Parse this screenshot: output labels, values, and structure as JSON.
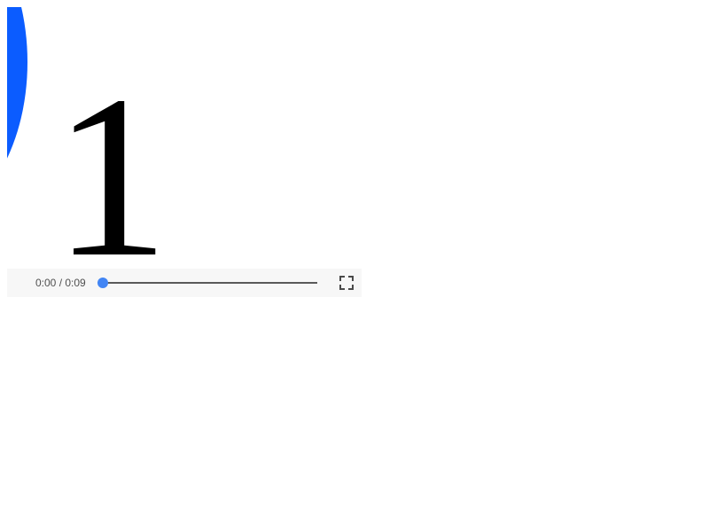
{
  "video": {
    "frame_text": "1",
    "colors": {
      "disc": "#0b5cff",
      "numeral": "#000000",
      "background": "#ffffff"
    }
  },
  "controls": {
    "time_display": "0:00 / 0:09",
    "progress": 0,
    "fullscreen_icon": "fullscreen-icon",
    "colors": {
      "bar_background": "#f7f7f7",
      "track": "#5a5a5a",
      "thumb": "#4285f4"
    }
  }
}
